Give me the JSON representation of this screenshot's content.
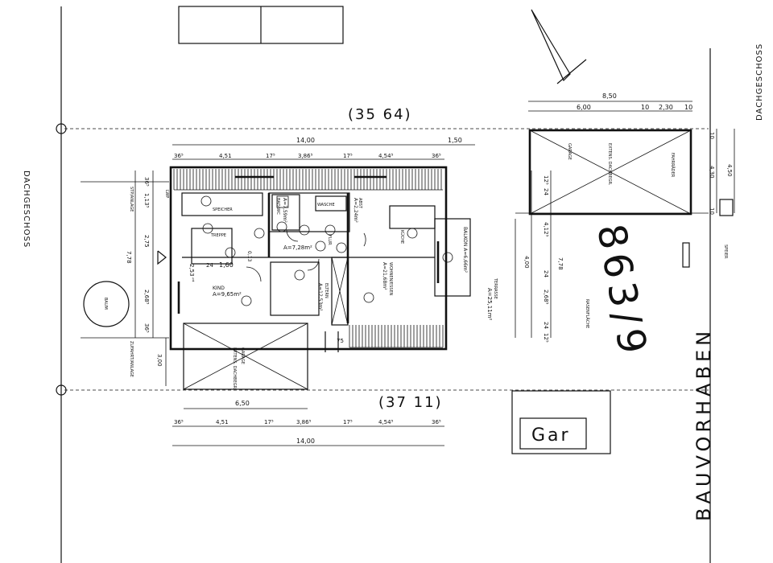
{
  "plan": {
    "side_label_left": "DACHGESCHOSS",
    "side_label_right": "DACHGESCHOSS",
    "parcel_top": "(35 64)",
    "parcel_bottom": "(37 11)",
    "parcel_number": "863/9",
    "project_title": "BAUVORHABEN",
    "garage_sketch_label": "Gar",
    "dims_top": {
      "total": "14,00",
      "offset": "1,50",
      "segments": [
        "36⁵",
        "4,51",
        "17⁵",
        "3,86⁵",
        "17⁵",
        "4,54⁵",
        "36⁵"
      ]
    },
    "dims_bottom": {
      "garage": "6,50",
      "segments": [
        "36⁵",
        "4,51",
        "17⁵",
        "3,86⁵",
        "17⁵",
        "4,54⁵",
        "36⁵"
      ],
      "total": "14,00"
    },
    "dims_garage_top": {
      "total": "8,50",
      "a": "6,00",
      "b": "10",
      "c": "2,30",
      "d": "10"
    },
    "dims_left": [
      "36⁵",
      "1,13⁵",
      "2,75",
      "7,78",
      "2,68⁵",
      "36⁵",
      "3,00"
    ],
    "dims_right": [
      "12⁵",
      "24",
      "4,12⁵",
      "4,00",
      "7,78",
      "24",
      "2,68⁵",
      "24",
      "12⁵"
    ],
    "dims_far_right": [
      "4,50",
      "4,30",
      "10",
      "10"
    ],
    "rooms": {
      "speicher": "SPEICHER",
      "treppe": "TREPPE",
      "kind_name": "KIND",
      "kind_area": "A=9,65m²",
      "bad": "BAD/WC",
      "bad_area": "A=7,59m²",
      "wasche": "WASCHE",
      "abst": "ABST",
      "abst_area": "A=2,24m²",
      "flur": "FLUR",
      "flur_area": "A=7,28m²",
      "kuche": "KÜCHE",
      "wohnen": "WOHNEN/ESSEN",
      "wohnen_area": "A=21,68m²",
      "eltern": "ELTERN",
      "eltern_area": "A=12,53m²",
      "balkon": "BALKON  A=6,66m²",
      "terrasse": "TERRASSE",
      "terrasse_area": "A=25,11m²",
      "rasenflaeche": "RASENFLÄCHE",
      "baum": "BAUM",
      "garage": "GARAGE",
      "garage_dach": "EXTENS. DACHBEGR.",
      "fahrrader": "FAHRRÄDER",
      "zufahrt": "ZUFAHRT/ANLAGE",
      "stellplatz": "STP/ANLAGE",
      "speier": "SPEIER",
      "lwp": "LWP",
      "stair_dim": "1,60",
      "val_75": "75",
      "val_24a": "24",
      "val_24b": "24",
      "val_253": "2,53",
      "val_013": "0,13",
      "val_1": "1"
    }
  }
}
